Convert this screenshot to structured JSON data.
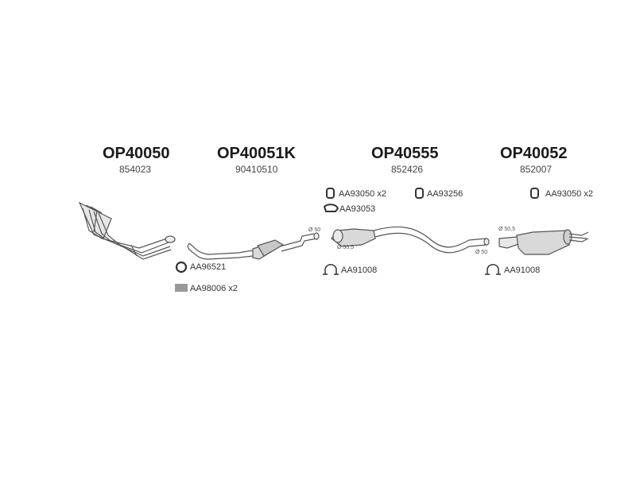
{
  "sections": [
    {
      "part_number": "OP40050",
      "oem_number": "854023"
    },
    {
      "part_number": "OP40051K",
      "oem_number": "90410510"
    },
    {
      "part_number": "OP40555",
      "oem_number": "852426"
    },
    {
      "part_number": "OP40052",
      "oem_number": "852007"
    }
  ],
  "accessories": {
    "gasket_ring": "AA96521",
    "springs": "AA98006",
    "springs_qty": "x2",
    "rubber_mount_a": "AA93050",
    "rubber_mount_a_qty": "x2",
    "rubber_mount_b": "AA93256",
    "rubber_strap": "AA93053",
    "clamp_mid": "AA91008",
    "rubber_mount_rear": "AA93050",
    "rubber_mount_rear_qty": "x2",
    "clamp_rear": "AA91008"
  },
  "dimensions": {
    "cat_outlet": "Ø 50",
    "mid_inlet": "Ø 50,5",
    "mid_outlet": "Ø 50",
    "rear_inlet": "Ø 50,5"
  },
  "colors": {
    "line": "#555555",
    "fill": "#d9d9d9",
    "title": "#1a1a1a"
  }
}
